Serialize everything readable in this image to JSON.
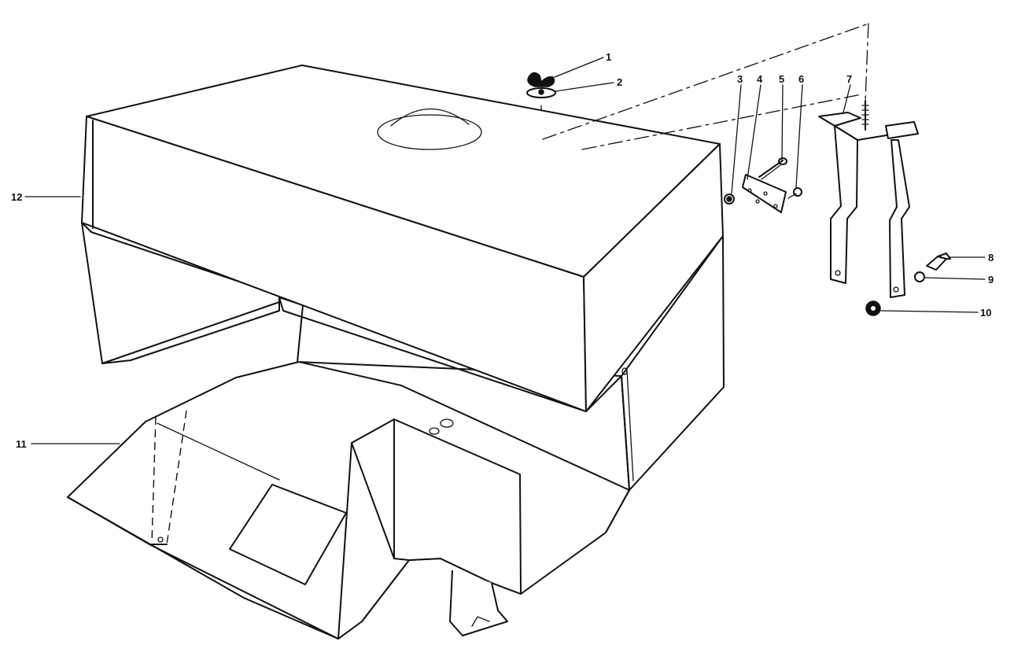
{
  "callouts": [
    {
      "id": "1",
      "text": "1"
    },
    {
      "id": "2",
      "text": "2"
    },
    {
      "id": "3",
      "text": "3"
    },
    {
      "id": "4",
      "text": "4"
    },
    {
      "id": "5",
      "text": "5"
    },
    {
      "id": "6",
      "text": "6"
    },
    {
      "id": "7",
      "text": "7"
    },
    {
      "id": "8",
      "text": "8"
    },
    {
      "id": "9",
      "text": "9"
    },
    {
      "id": "10",
      "text": "10"
    },
    {
      "id": "11",
      "text": "11"
    },
    {
      "id": "12",
      "text": "12"
    }
  ],
  "colors": {
    "ink": "#111111",
    "paper": "#ffffff"
  }
}
